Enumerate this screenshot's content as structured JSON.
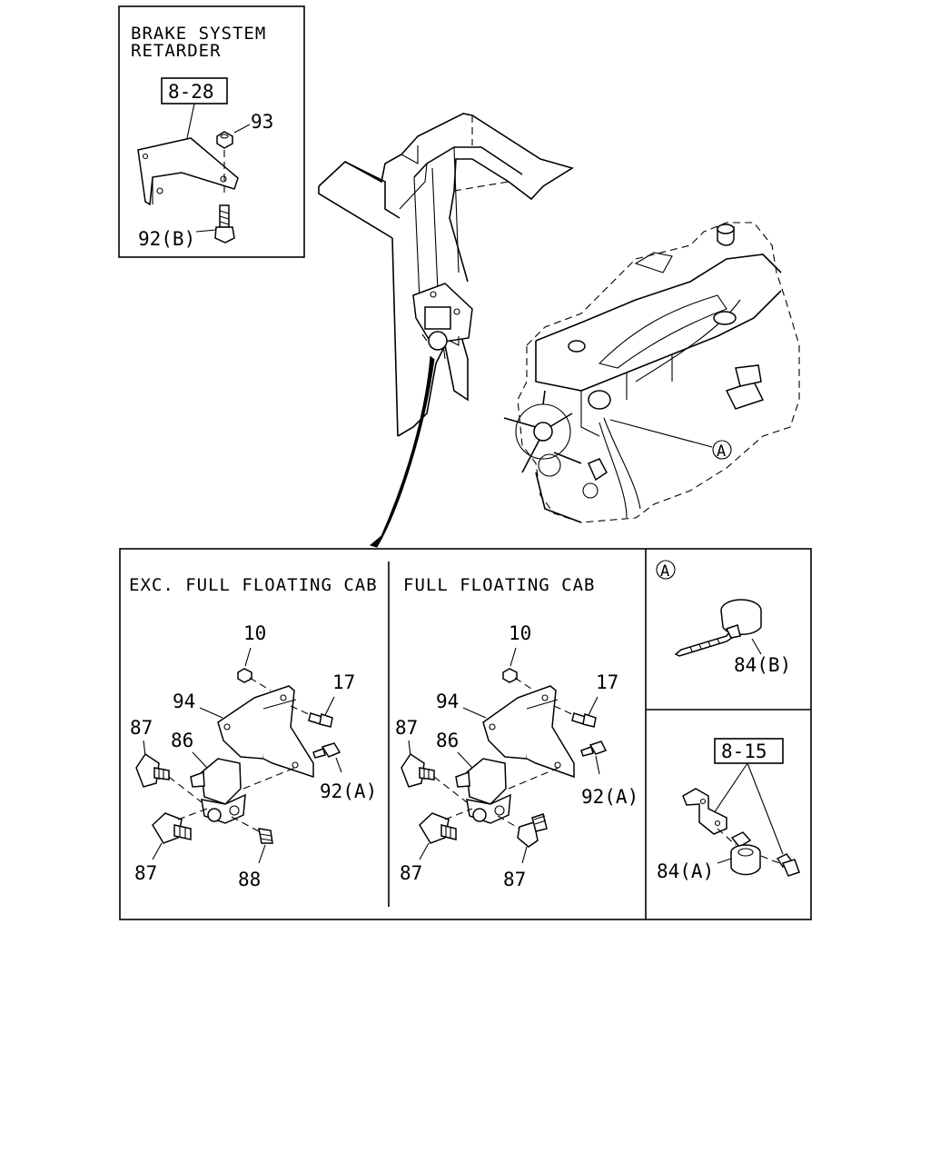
{
  "inset_top_left": {
    "heading_line1": "BRAKE SYSTEM",
    "heading_line2": "RETARDER",
    "ref_box": "8-28",
    "callouts": {
      "nut": "93",
      "bolt": "92(B)"
    }
  },
  "engine_view": {
    "detail_marker": "A"
  },
  "panel_left": {
    "heading": "EXC. FULL FLOATING CAB",
    "callouts": {
      "nut": "10",
      "bolt": "17",
      "bracket": "94",
      "valve": "86",
      "fitting_upper": "87",
      "fitting_lower": "87",
      "plug": "88",
      "screw": "92(A)"
    }
  },
  "panel_right": {
    "heading": "FULL FLOATING CAB",
    "callouts": {
      "nut": "10",
      "bolt": "17",
      "bracket": "94",
      "valve": "86",
      "fitting_upper": "87",
      "fitting_lower": "87",
      "fitting_elbow": "87",
      "screw": "92(A)"
    }
  },
  "detail_a": {
    "marker": "A",
    "callout_clip": "84(B)"
  },
  "detail_clamp": {
    "ref_box": "8-15",
    "callout_clamp": "84(A)"
  }
}
